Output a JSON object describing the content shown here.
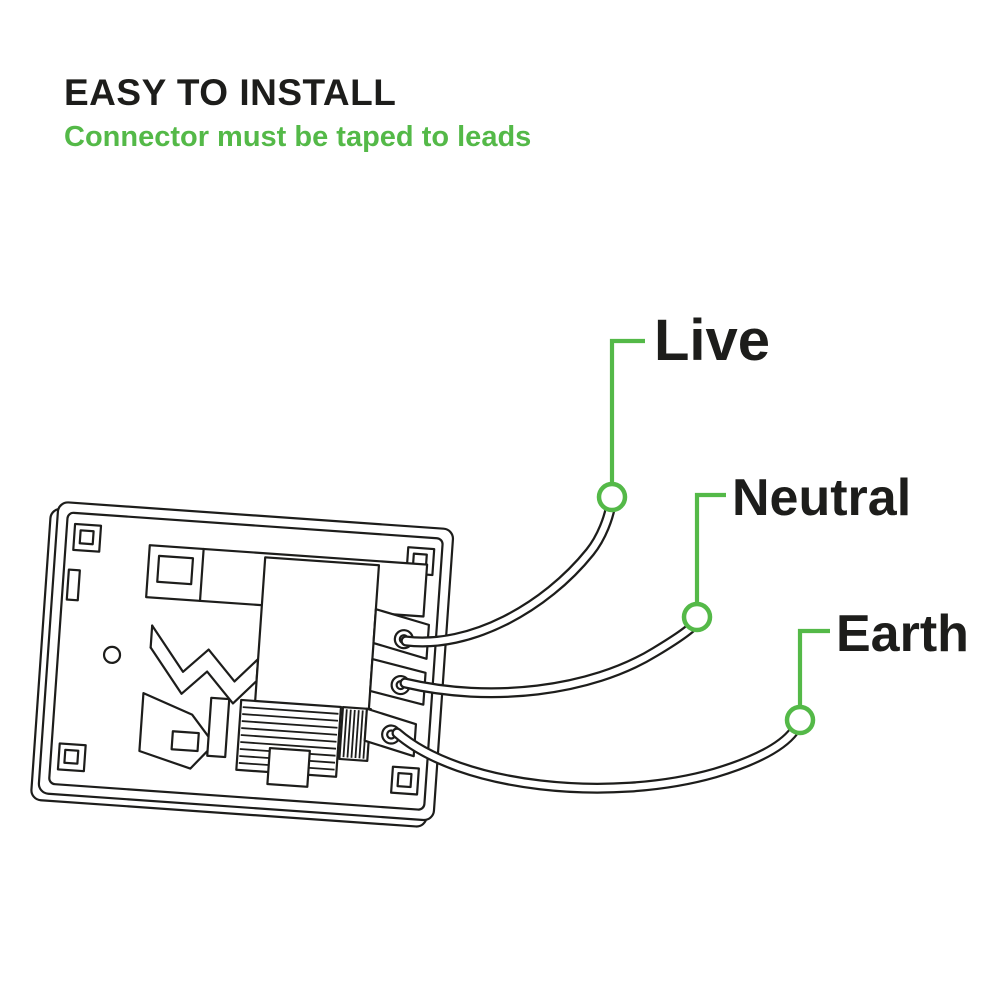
{
  "header": {
    "title": "EASY TO INSTALL",
    "subtitle": "Connector must be taped to leads"
  },
  "wire_labels": {
    "live": "Live",
    "neutral": "Neutral",
    "earth": "Earth"
  },
  "colors": {
    "green": "#54b948",
    "ink": "#1d1d1b"
  },
  "diagram": {
    "description": "line-art of thermostat backplate with three wires",
    "wires": [
      "live",
      "neutral",
      "earth"
    ]
  }
}
